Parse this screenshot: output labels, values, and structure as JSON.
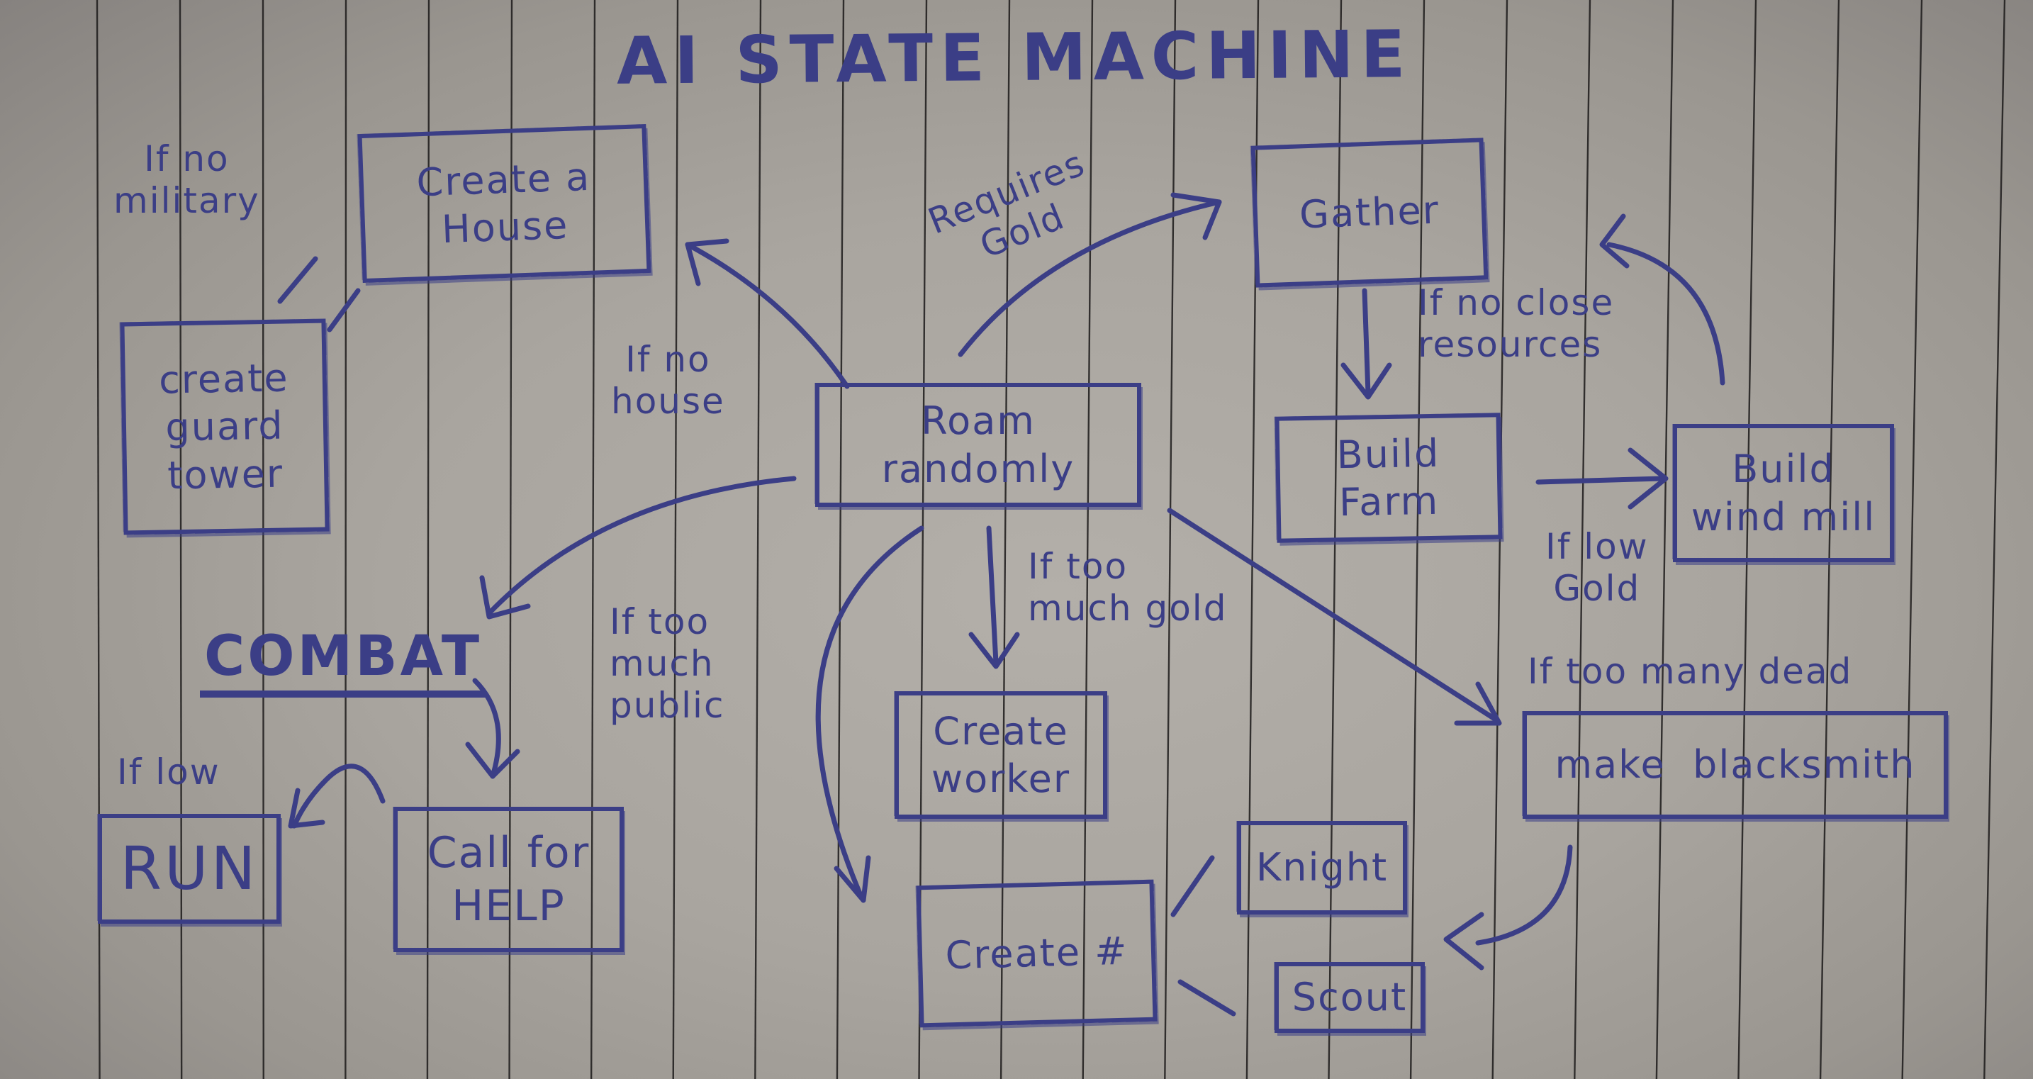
{
  "title": "AI STATE MACHINE",
  "colors": {
    "paper": "#aaa6a0",
    "rule_line": "#1c1a1a",
    "ink": "#3b3e86"
  },
  "states": {
    "create_house": "Create a\nHouse",
    "guard_tower": "create\nguard\ntower",
    "roam": "Roam randomly",
    "gather": "Gather",
    "build_farm": "Build\nFarm",
    "build_windmill": "Build\nwind mill",
    "combat": "COMBAT",
    "run": "RUN",
    "call_help": "Call for\nHELP",
    "create_worker": "Create\nworker",
    "create_unit": "Create #",
    "knight": "Knight",
    "scout": "Scout",
    "blacksmith": "make  blacksmith"
  },
  "conditions": {
    "no_military": "If no\nmilitary",
    "no_house": "If no\nhouse",
    "requires_gold": "Requires\nGold",
    "no_close_resources": "If no close\nresources",
    "low_gold": "If low\nGold",
    "too_much_gold": "If too\nmuch gold",
    "too_much_public": "If too\nmuch\npublic",
    "too_many_dead": "If too many dead",
    "low": "If low"
  },
  "transitions": [
    {
      "from": "Roam randomly",
      "to": "Create a House",
      "condition": "If no house"
    },
    {
      "from": "Create a House",
      "to": "create guard tower",
      "condition": "If no military"
    },
    {
      "from": "Roam randomly",
      "to": "Gather",
      "condition": "Requires Gold"
    },
    {
      "from": "Gather",
      "to": "Build Farm",
      "condition": "If no close resources"
    },
    {
      "from": "Build Farm",
      "to": "Build wind mill",
      "condition": "If low Gold"
    },
    {
      "from": "Build wind mill",
      "to": "Gather",
      "condition": ""
    },
    {
      "from": "Roam randomly",
      "to": "COMBAT",
      "condition": ""
    },
    {
      "from": "COMBAT",
      "to": "Call for HELP",
      "condition": ""
    },
    {
      "from": "Call for HELP",
      "to": "RUN",
      "condition": "If low"
    },
    {
      "from": "Roam randomly",
      "to": "Create worker",
      "condition": "If too much gold"
    },
    {
      "from": "Roam randomly",
      "to": "Create #",
      "condition": "If too much public"
    },
    {
      "from": "Roam randomly",
      "to": "make blacksmith",
      "condition": "If too many dead"
    },
    {
      "from": "make blacksmith",
      "to": "Create #",
      "condition": ""
    },
    {
      "from": "Create #",
      "to": "Knight",
      "condition": ""
    },
    {
      "from": "Create #",
      "to": "Scout",
      "condition": ""
    }
  ]
}
